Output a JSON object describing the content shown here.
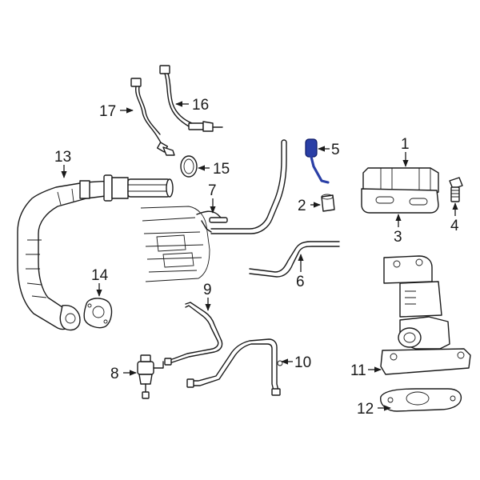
{
  "diagram": {
    "highlight_color": "#2a3fa6",
    "line_color": "#1a1a1a",
    "callouts": [
      {
        "id": "1",
        "label": "1"
      },
      {
        "id": "2",
        "label": "2"
      },
      {
        "id": "3",
        "label": "3"
      },
      {
        "id": "4",
        "label": "4"
      },
      {
        "id": "5",
        "label": "5"
      },
      {
        "id": "6",
        "label": "6"
      },
      {
        "id": "7",
        "label": "7"
      },
      {
        "id": "8",
        "label": "8"
      },
      {
        "id": "9",
        "label": "9"
      },
      {
        "id": "10",
        "label": "10"
      },
      {
        "id": "11",
        "label": "11"
      },
      {
        "id": "12",
        "label": "12"
      },
      {
        "id": "13",
        "label": "13"
      },
      {
        "id": "14",
        "label": "14"
      },
      {
        "id": "15",
        "label": "15"
      },
      {
        "id": "16",
        "label": "16"
      },
      {
        "id": "17",
        "label": "17"
      }
    ],
    "highlighted_part": "5"
  }
}
